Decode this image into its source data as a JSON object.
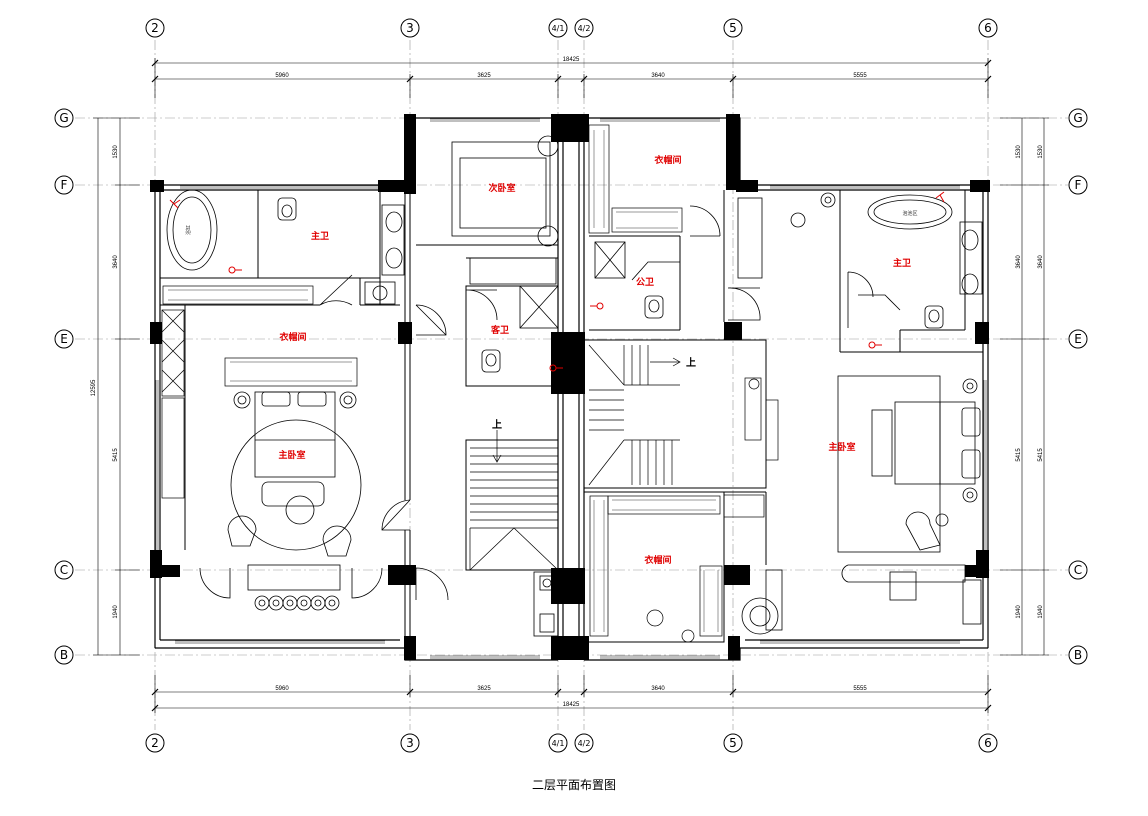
{
  "title": "二层平面布置图",
  "columns": {
    "top": [
      "2",
      "3",
      "4/1",
      "4/2",
      "5",
      "6"
    ],
    "bottom": [
      "2",
      "3",
      "4/1",
      "4/2",
      "5",
      "6"
    ]
  },
  "rows": {
    "left": [
      "G",
      "F",
      "E",
      "C",
      "B"
    ],
    "right": [
      "G",
      "F",
      "E",
      "C",
      "B"
    ]
  },
  "dimensions": {
    "top_total": "18425",
    "top_segments": [
      "5960",
      "3625",
      "3640",
      "5555"
    ],
    "bottom_total": "18425",
    "bottom_segments": [
      "5960",
      "3625",
      "3640",
      "5555"
    ],
    "left_total": "12595",
    "left_segments": [
      "1530",
      "3640",
      "5415",
      "1940"
    ],
    "right_segments": [
      "1530",
      "3640",
      "5415",
      "1940"
    ],
    "right_outer": [
      "1530",
      "3640",
      "5415",
      "1940"
    ]
  },
  "rooms": {
    "master_bath_left": "主卫",
    "closet_left": "衣帽间",
    "master_bed_left": "主卧室",
    "second_bed": "次卧室",
    "guest_bath": "客卫",
    "closet_top_mid": "衣帽间",
    "public_bath": "公卫",
    "closet_bottom_mid": "衣帽间",
    "master_bath_right": "主卫",
    "bath_area": "泡池区",
    "master_bed_right": "主卧室",
    "tub_left_label": "浴缸"
  },
  "stairs": {
    "up_label_1": "上",
    "up_label_2": "上"
  }
}
